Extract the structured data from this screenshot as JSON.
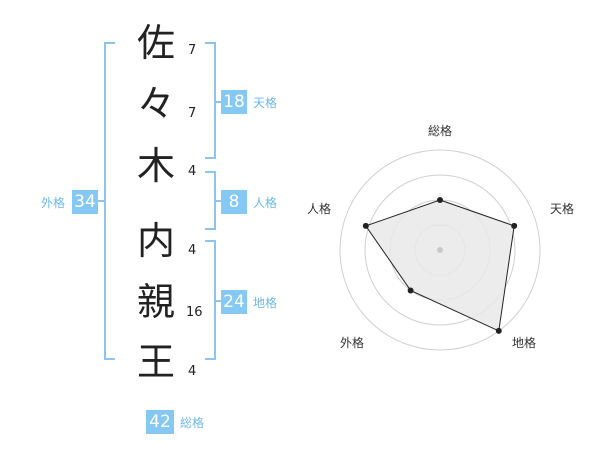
{
  "name": {
    "characters": [
      {
        "char": "佐",
        "strokes": "7"
      },
      {
        "char": "々",
        "strokes": "7"
      },
      {
        "char": "木",
        "strokes": "4"
      },
      {
        "char": "内",
        "strokes": "4"
      },
      {
        "char": "親",
        "strokes": "16"
      },
      {
        "char": "王",
        "strokes": "4"
      }
    ]
  },
  "kakusuu": {
    "tenkaku": {
      "value": "18",
      "label": "天格"
    },
    "jinkaku": {
      "value": "8",
      "label": "人格"
    },
    "chikaku": {
      "value": "24",
      "label": "地格"
    },
    "gaikaku": {
      "value": "34",
      "label": "外格"
    },
    "soukaku": {
      "value": "42",
      "label": "総格"
    }
  },
  "radar": {
    "axes": [
      "総格",
      "天格",
      "地格",
      "外格",
      "人格"
    ],
    "levels": 4,
    "values": {
      "総格": 0.5,
      "天格": 0.78,
      "地格": 1.0,
      "外格": 0.5,
      "人格": 0.78
    }
  },
  "colors": {
    "accent": "#86c8f4",
    "bracket": "#8ec5ef",
    "label": "#6fb7ea"
  }
}
